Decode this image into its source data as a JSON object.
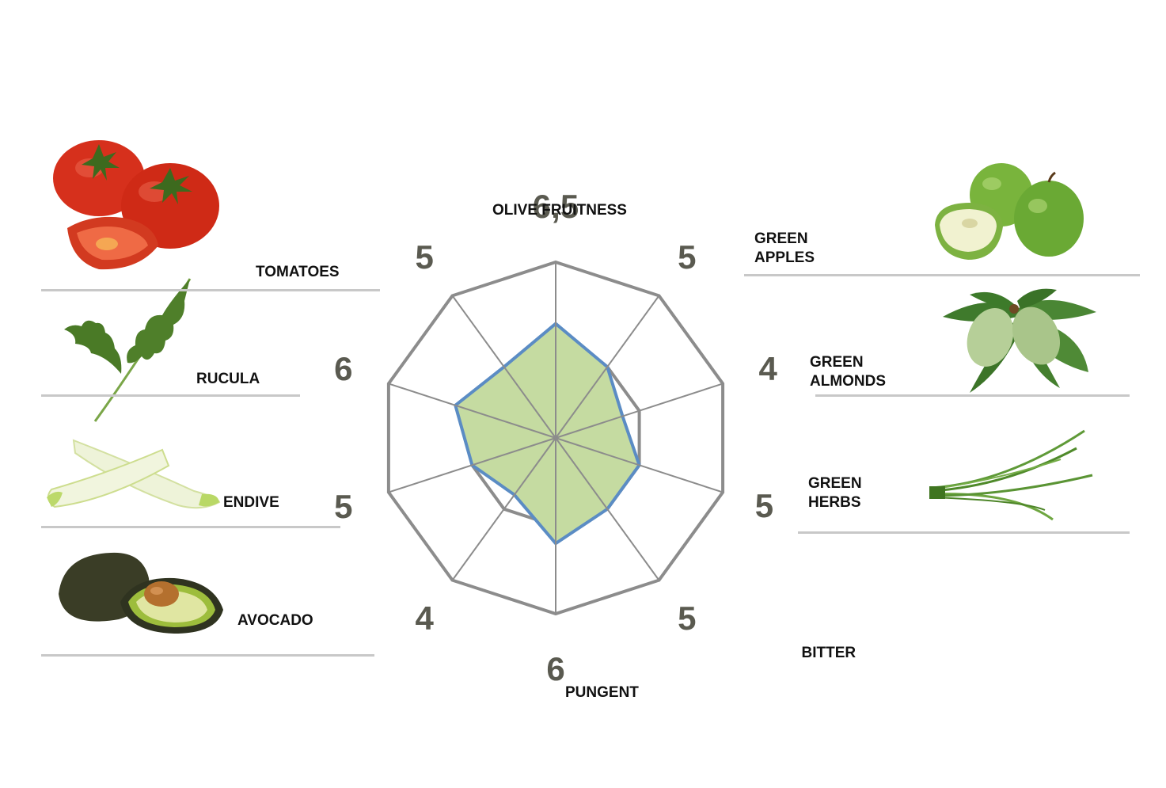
{
  "chart_data": {
    "type": "radar",
    "title": "",
    "axes": [
      {
        "label": "OLIVE FRUITNESS",
        "value": 6.5,
        "value_text": "6,5"
      },
      {
        "label": "",
        "value": 5,
        "value_text": "5"
      },
      {
        "label": "",
        "value": 4,
        "value_text": "4"
      },
      {
        "label": "",
        "value": 5,
        "value_text": "5"
      },
      {
        "label": "BITTER",
        "value": 5,
        "value_text": "5"
      },
      {
        "label": "PUNGENT",
        "value": 6,
        "value_text": "6"
      },
      {
        "label": "",
        "value": 4,
        "value_text": "4"
      },
      {
        "label": "",
        "value": 5,
        "value_text": "5"
      },
      {
        "label": "",
        "value": 6,
        "value_text": "6"
      },
      {
        "label": "",
        "value": 5,
        "value_text": "5"
      }
    ],
    "rlim": [
      0,
      10
    ],
    "rings": 2,
    "grid": true,
    "colors": {
      "fill": "#c5dba1",
      "stroke": "#5b8cc4",
      "grid": "#8c8c8c"
    }
  },
  "flavors_left": [
    {
      "label": "TOMATOES",
      "icon": "tomatoes-icon"
    },
    {
      "label": "RUCULA",
      "icon": "rucula-icon"
    },
    {
      "label": "ENDIVE",
      "icon": "endive-icon"
    },
    {
      "label": "AVOCADO",
      "icon": "avocado-icon"
    }
  ],
  "flavors_right": [
    {
      "line1": "GREEN",
      "line2": "APPLES",
      "icon": "green-apples-icon"
    },
    {
      "line1": "GREEN",
      "line2": "ALMONDS",
      "icon": "green-almonds-icon"
    },
    {
      "line1": "GREEN",
      "line2": "HERBS",
      "icon": "green-herbs-icon"
    }
  ]
}
